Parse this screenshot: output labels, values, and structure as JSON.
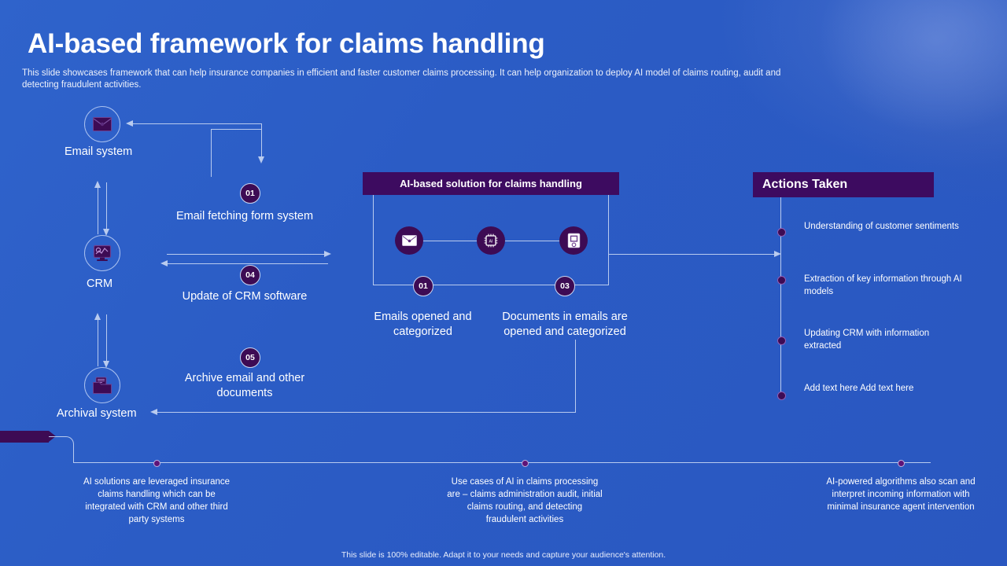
{
  "theme": {
    "bg": "#2b5cc5",
    "accent_purple": "#3d0b54",
    "banner_purple": "#3d0b60",
    "line": "#b9cbef",
    "text": "#ffffff"
  },
  "header": {
    "title": "AI-based framework for claims handling",
    "subtitle": "This slide showcases framework that can help insurance companies in efficient and faster customer claims processing. It can help organization to deploy AI model of claims routing, audit and detecting fraudulent activities."
  },
  "left_flow": {
    "nodes": [
      {
        "label": "Email system",
        "icon": "envelope-icon"
      },
      {
        "label": "CRM",
        "icon": "monitor-chart-icon"
      },
      {
        "label": "Archival system",
        "icon": "folder-archive-icon"
      }
    ],
    "steps": [
      {
        "number": "01",
        "text": "Email fetching  form system"
      },
      {
        "number": "04",
        "text": "Update of CRM software"
      },
      {
        "number": "05",
        "text": "Archive email and other documents"
      }
    ]
  },
  "center_panel": {
    "heading": "AI-based solution for claims handling",
    "icons": [
      "envelope-icon",
      "ai-chip-icon",
      "document-scan-icon"
    ],
    "steps": [
      {
        "number": "01",
        "text": "Emails opened and categorized"
      },
      {
        "number": "03",
        "text": "Documents in emails are opened and categorized"
      }
    ]
  },
  "actions_panel": {
    "heading": "Actions Taken",
    "items": [
      "Understanding  of customer sentiments",
      "Extraction of key information  through AI models",
      "Updating  CRM with information  extracted",
      "Add text here Add text here"
    ]
  },
  "bottom_notes": [
    "AI solutions are leveraged insurance claims handling which can be integrated with CRM and other third party systems",
    "Use cases of AI in claims processing are – claims administration  audit, initial claims routing,  and detecting fraudulent  activities",
    "AI-powered  algorithms also scan and interpret  incoming information  with minimal insurance agent intervention"
  ],
  "footer": {
    "note": "This slide is 100% editable.  Adapt it to your needs and capture your audience's attention."
  }
}
